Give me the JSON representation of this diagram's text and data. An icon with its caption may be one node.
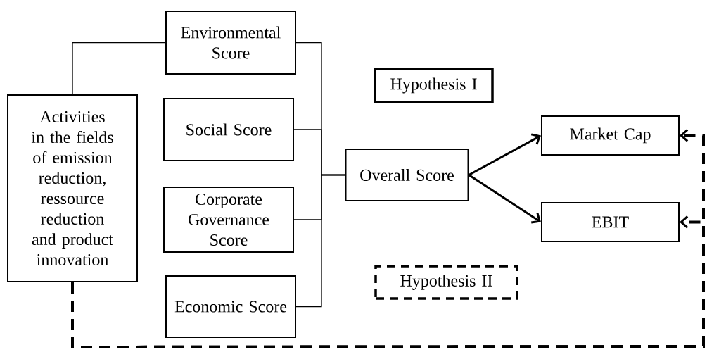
{
  "diagram": {
    "nodes": [
      {
        "text": [
          "Activities in the fields of emission reduction, ressource reduction and product innovation"
        ]
      },
      {
        "text": [
          "Environmental Score"
        ]
      },
      {
        "text": [
          "Social Score"
        ]
      },
      {
        "text": [
          "Corporate Governance Score"
        ]
      },
      {
        "text": [
          "Economic Score"
        ]
      },
      {
        "text": [
          "Hypothesis I"
        ]
      },
      {
        "text": [
          "Overall Score"
        ]
      },
      {
        "text": [
          "Market Cap"
        ]
      },
      {
        "text": [
          "EBIT"
        ]
      },
      {
        "text": [
          "Hypothesis II"
        ]
      }
    ],
    "edges": [
      {
        "from": 0,
        "to": 1,
        "arrow": "none"
      },
      {
        "from": 1,
        "to": 6,
        "arrow": "none"
      },
      {
        "from": 2,
        "to": 6,
        "arrow": "none"
      },
      {
        "from": 3,
        "to": 6,
        "arrow": "none"
      },
      {
        "from": 4,
        "to": 6,
        "arrow": "none"
      },
      {
        "from": 6,
        "to": 7,
        "arrow": "to",
        "style": "thick"
      },
      {
        "from": 6,
        "to": 8,
        "arrow": "to",
        "style": "thick"
      },
      {
        "from": 0,
        "to": 7,
        "arrow": "to",
        "style": "dashed"
      },
      {
        "from": 0,
        "to": 8,
        "arrow": "to",
        "style": "dashed"
      }
    ]
  }
}
